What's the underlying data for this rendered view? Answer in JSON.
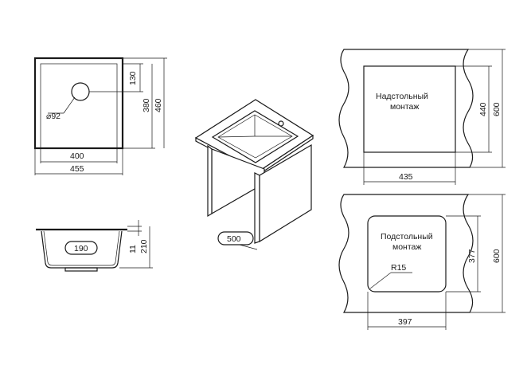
{
  "top_view": {
    "width_inner": "400",
    "width_outer": "455",
    "hole_offset": "130",
    "height_inner": "380",
    "height_outer": "460",
    "hole_diameter": "⌀92"
  },
  "side_view": {
    "bowl_diameter": "190",
    "rim_thickness": "11",
    "depth": "210"
  },
  "iso_view": {
    "cabinet_width": "500"
  },
  "overmount": {
    "label_line1": "Надстольный",
    "label_line2": "монтаж",
    "cutout_height": "440",
    "cabinet_height": "600",
    "cutout_width": "435"
  },
  "undermount": {
    "label_line1": "Подстольный",
    "label_line2": "монтаж",
    "corner_radius": "R15",
    "cutout_height": "377",
    "cabinet_height": "600",
    "cutout_width": "397"
  }
}
